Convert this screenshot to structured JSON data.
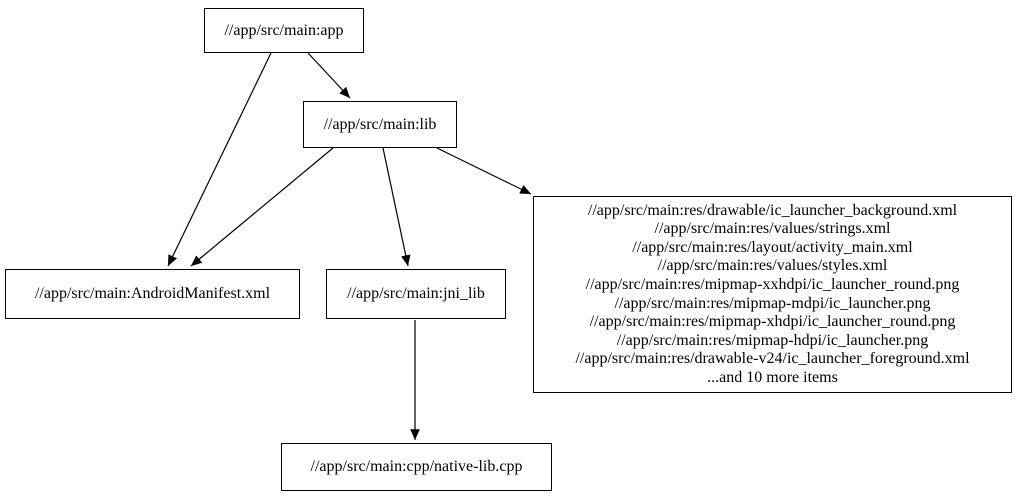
{
  "diagram": {
    "type": "dependency-graph",
    "colors": {
      "background": "#ffffff",
      "node_border": "#000000",
      "node_fill": "#ffffff",
      "edge_stroke": "#000000",
      "text": "#000000"
    },
    "nodes": {
      "app": {
        "label": "//app/src/main:app"
      },
      "lib": {
        "label": "//app/src/main:lib"
      },
      "manifest": {
        "label": "//app/src/main:AndroidManifest.xml"
      },
      "jni_lib": {
        "label": "//app/src/main:jni_lib"
      },
      "res_group": {
        "lines": [
          "//app/src/main:res/drawable/ic_launcher_background.xml",
          "//app/src/main:res/values/strings.xml",
          "//app/src/main:res/layout/activity_main.xml",
          "//app/src/main:res/values/styles.xml",
          "//app/src/main:res/mipmap-xxhdpi/ic_launcher_round.png",
          "//app/src/main:res/mipmap-mdpi/ic_launcher.png",
          "//app/src/main:res/mipmap-xhdpi/ic_launcher_round.png",
          "//app/src/main:res/mipmap-hdpi/ic_launcher.png",
          "//app/src/main:res/drawable-v24/ic_launcher_foreground.xml",
          "...and 10 more items"
        ]
      },
      "native_lib": {
        "label": "//app/src/main:cpp/native-lib.cpp"
      }
    },
    "edges": [
      {
        "from": "app",
        "to": "manifest"
      },
      {
        "from": "app",
        "to": "lib"
      },
      {
        "from": "lib",
        "to": "manifest"
      },
      {
        "from": "lib",
        "to": "jni_lib"
      },
      {
        "from": "lib",
        "to": "res_group"
      },
      {
        "from": "jni_lib",
        "to": "native_lib"
      }
    ]
  }
}
